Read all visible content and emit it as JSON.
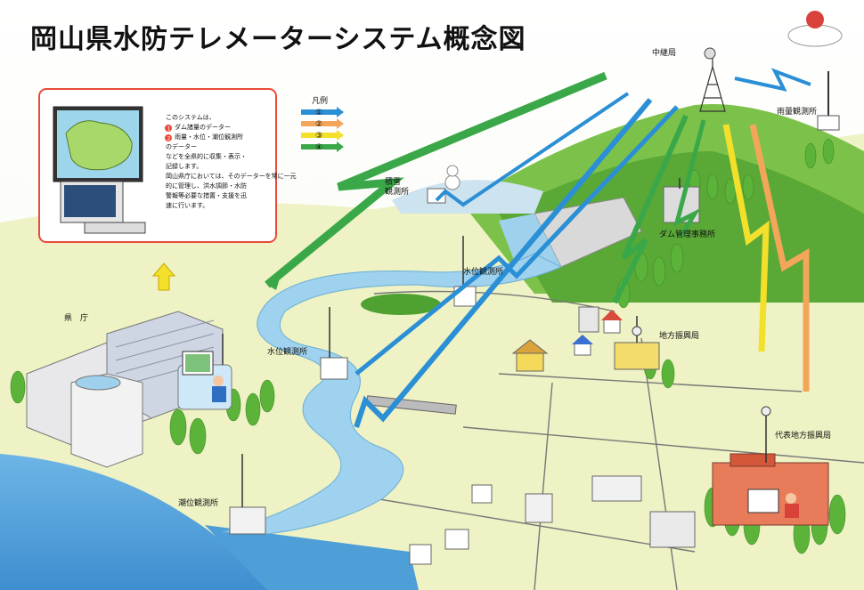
{
  "title": "岡山県水防テレメーターシステム概念図",
  "legend": {
    "heading": "凡例",
    "items": [
      {
        "num": "①",
        "color": "#2b8fd6"
      },
      {
        "num": "②",
        "color": "#f3a65a"
      },
      {
        "num": "③",
        "color": "#f2e02a"
      },
      {
        "num": "④",
        "color": "#3aa848"
      }
    ]
  },
  "info_box": {
    "lines": [
      "このシステムは、",
      "ダム諸量のデーター",
      "雨量・水位・潮位観測所",
      "のデーター",
      "などを全県的に収集・表示・",
      "記録します。",
      "岡山県庁においては、そのデーターを常に一元",
      "的に管理し、洪水調節・水防",
      "警報等必要な措置・支援を迅",
      "速に行います。"
    ],
    "markers": [
      "1",
      "2"
    ]
  },
  "labels": {
    "relay": "中継局",
    "rain": "雨量観測所",
    "snow": "積雪\n観測所",
    "dam": "ダム管理事務所",
    "water_upper": "水位観測所",
    "water_mid": "水位観測所",
    "prefecture": "県　庁",
    "regional": "地方振興局",
    "rep_regional": "代表地方振興局",
    "tide": "潮位観測所"
  },
  "colors": {
    "blue": "#2b8fd6",
    "orange": "#f3a65a",
    "yellow": "#f2e02a",
    "green": "#3aa848",
    "land": "#eef2c4",
    "sea": "#5aa8de",
    "river": "#8ec9e8",
    "hill": "#6cbb3c"
  }
}
